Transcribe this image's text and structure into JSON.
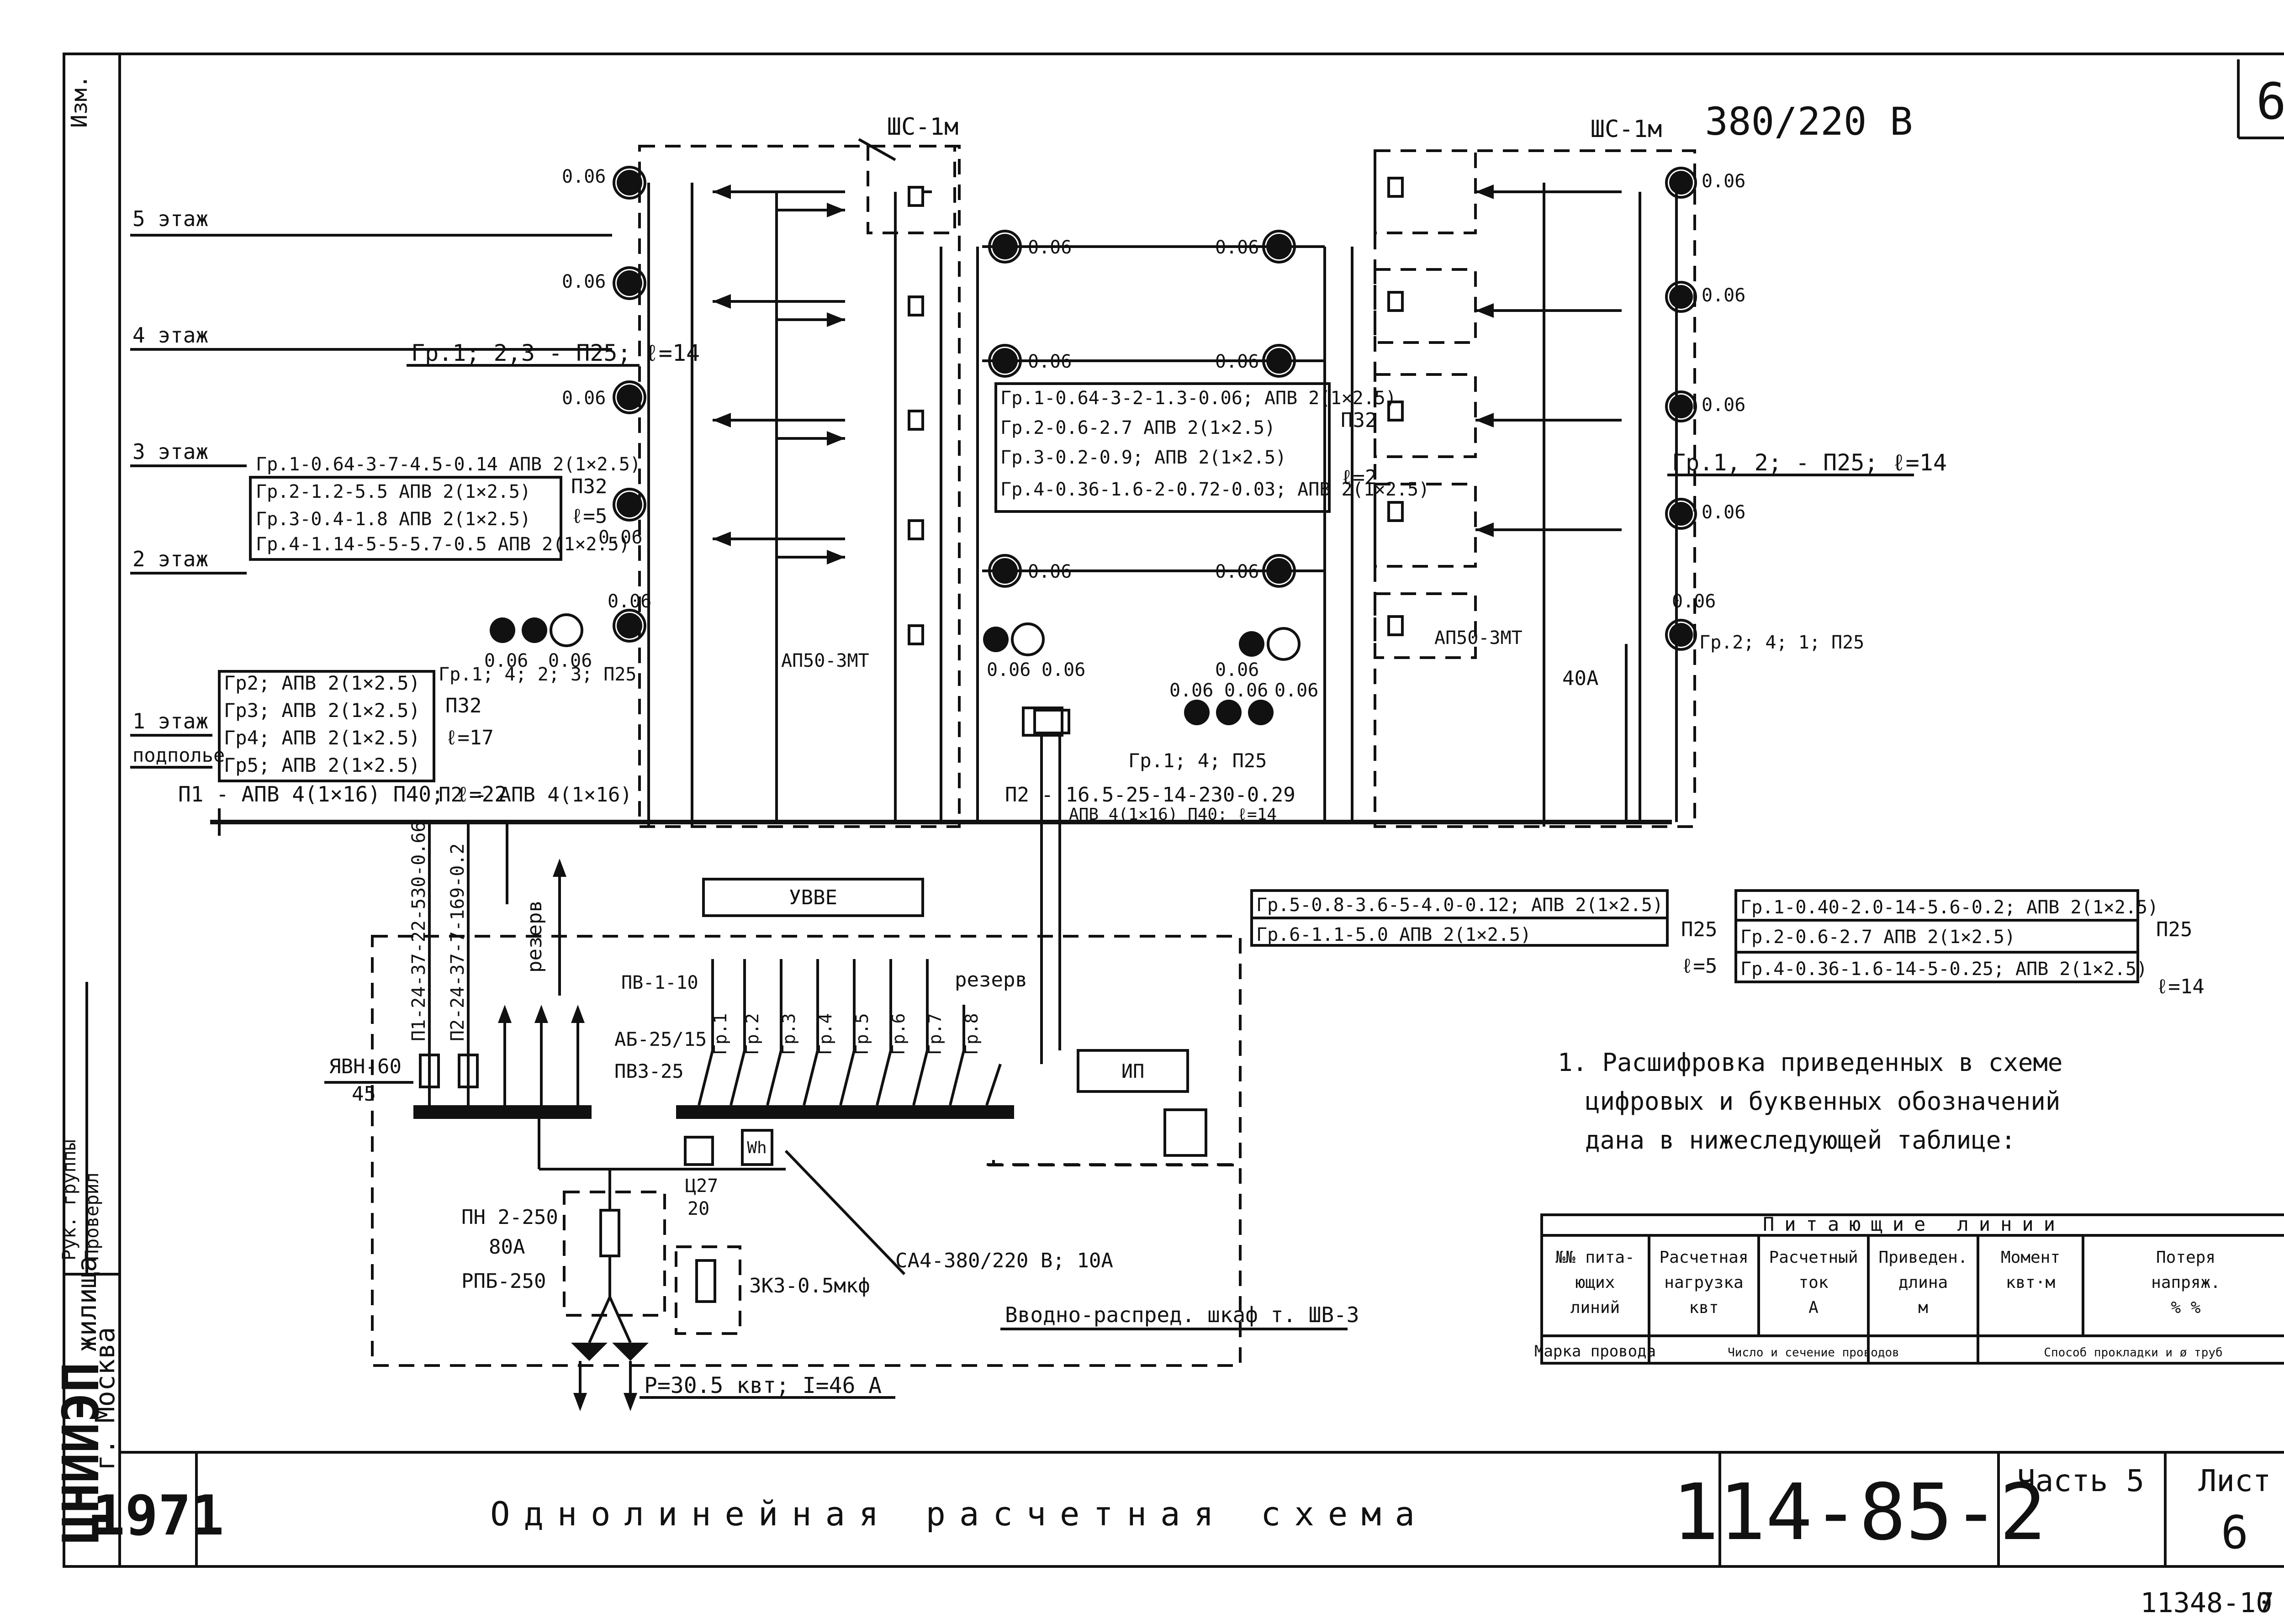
{
  "sheet": {
    "sheet_corner_label": "6",
    "voltage": "380/220 В",
    "title": "Однолинейная расчетная схема",
    "year": "1971",
    "doc_number": "114-85-2",
    "part_label": "Часть 5",
    "sheet_label": "Лист",
    "sheet_number": "6",
    "org": "ЦНИИЭП",
    "org_sub": "жилища",
    "city": "г. Москва",
    "side_margin_label": "Изм.",
    "signature_rows": [
      "Рук. группы",
      "Проверил"
    ],
    "footer_code": "11348-10",
    "footer_page": "7"
  },
  "floors": [
    "5 этаж",
    "4 этаж",
    "3 этаж",
    "2 этаж",
    "1 этаж",
    "подполье"
  ],
  "cabinet_labels": [
    "ШС-1м",
    "ШС-1м"
  ],
  "lamp_value": "0.06",
  "group_lines_left": [
    "Гр.1-0.64-3-7-4.5-0.14 АПВ 2(1×2.5)",
    "Гр.2-1.2-5.5 АПВ 2(1×2.5)",
    "Гр.3-0.4-1.8 АПВ 2(1×2.5)",
    "Гр.4-1.14-5-5-5.7-0.5 АПВ 2(1×2.5)"
  ],
  "left_block_suffix": [
    "П32",
    "ℓ=5"
  ],
  "group_lines_center": [
    "Гр.1-0.64-3-2-1.3-0.06; АПВ 2(1×2.5)",
    "Гр.2-0.6-2.7 АПВ 2(1×2.5)",
    "Гр.3-0.2-0.9; АПВ 2(1×2.5)",
    "Гр.4-0.36-1.6-2-0.72-0.03; АПВ 2(1×2.5)"
  ],
  "center_block_suffix": [
    "П32",
    "ℓ=2"
  ],
  "ground_groups": [
    "Гр2; АПВ 2(1×2.5)",
    "Гр3; АПВ 2(1×2.5)",
    "Гр4; АПВ 2(1×2.5)",
    "Гр5; АПВ 2(1×2.5)"
  ],
  "ground_block_suffix": [
    "П32",
    "ℓ=17"
  ],
  "riser_notes": {
    "left_4f": "Гр.1; 2,3 - П25; ℓ=14",
    "right_3f": "Гр.1, 2; - П25; ℓ=14",
    "left_1f": "Гр.1; 4; 2; 3; П25",
    "center_1f": "Гр.1; 4; П25",
    "right_1f": "Гр.2; 4; 1; П25"
  },
  "feeders": {
    "p1": "П1 - АПВ 4(1×16) П40; ℓ=22",
    "p2": "П2 - АПВ 4(1×16)",
    "p2_calc": "П2 - 16.5-25-14-230-0.29",
    "p2_wire": "АПВ 4(1×16) П40; ℓ=14",
    "p1_vert": "П1-24-37-22-530-0.66",
    "p2_vert": "П2-24-37-7-169-0.2"
  },
  "stairwell_lines": [
    "Гр.5-0.8-3.6-5-4.0-0.12; АПВ 2(1×2.5)",
    "Гр.6-1.1-5.0 АПВ 2(1×2.5)"
  ],
  "stairwell_suffix": [
    "П25",
    "ℓ=5"
  ],
  "right_lines": [
    "Гр.1-0.40-2.0-14-5.6-0.2; АПВ 2(1×2.5)",
    "Гр.2-0.6-2.7 АПВ 2(1×2.5)",
    "Гр.4-0.36-1.6-14-5-0.25; АПВ 2(1×2.5)"
  ],
  "right_suffix": [
    "П25",
    "ℓ=14"
  ],
  "equipment": {
    "yvve": "УВВЕ",
    "reserve1": "резерв",
    "reserve2": "резерв",
    "pv": "ПВ-1-10",
    "apv": "АП50-3МТ",
    "apv2": "АП50-3МТ",
    "fuse_40a": "40А",
    "ab": "АБ-25/15",
    "pvz": "ПВЗ-25",
    "ip": "ИП",
    "cable": "ЯВН-60",
    "cable_sub": "45",
    "fuse_pn2": "ПН 2-250",
    "fuse_80a": "80А",
    "rpb": "РПБ-250",
    "capacitor": "3КЗ-0.5мкф",
    "ca4": "СА4-380/220 В; 10А",
    "i27": "Ц27",
    "i20": "20",
    "wh": "Wh",
    "cabinet": "Вводно-распред. шкаф т. ШВ-3",
    "power": "P=30.5 квт; I=46 А",
    "groups_1_8": [
      "Гр.1",
      "Гр.2",
      "Гр.3",
      "Гр.4",
      "Гр.5",
      "Гр.6",
      "Гр.7",
      "Гр.8"
    ]
  },
  "note": [
    "1. Расшифровка приведенных в схеме",
    "цифровых и буквенных обозначений",
    "дана в нижеследующей таблице:"
  ],
  "legend_table": {
    "title": "Питающие линии",
    "headers": [
      [
        "№№ пита-",
        "ющих",
        "линий"
      ],
      [
        "Расчетная",
        "нагрузка",
        "квт"
      ],
      [
        "Расчетный",
        "ток",
        "А"
      ],
      [
        "Приведен.",
        "длина",
        "м"
      ],
      [
        "Момент",
        "квт·м"
      ],
      [
        "Потеря",
        "напряж.",
        "% %"
      ]
    ],
    "footer": [
      "Марка провода",
      "Число и сечение проводов",
      "Способ прокладки и ø труб"
    ]
  }
}
